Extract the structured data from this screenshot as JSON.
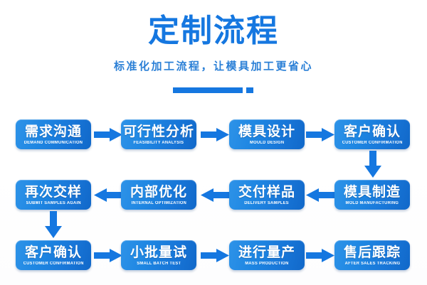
{
  "header": {
    "title": "定制流程",
    "subtitle": "标准化加工流程，让模具加工更省心",
    "divider": "divider-bar"
  },
  "colors": {
    "brand_blue": "#1577e0",
    "node_blue_light": "#2e93e8",
    "node_blue_dark": "#1168c9",
    "subtitle_blue": "#2a7fd6",
    "background": "#ffffff"
  },
  "flow": {
    "rows": [
      {
        "direction": "left-to-right",
        "nodes": [
          {
            "cn": "需求沟通",
            "en": "DEMAND COMMUNICATION"
          },
          {
            "cn": "可行性分析",
            "en": "FEASIBILITY ANALYSIS"
          },
          {
            "cn": "模具设计",
            "en": "MOULD DESIGN"
          },
          {
            "cn": "客户确认",
            "en": "CUSTOMER CONFIRMATION"
          }
        ],
        "connectors": [
          "arrow-right",
          "arrow-right",
          "arrow-right"
        ]
      },
      {
        "direction": "right-to-left",
        "nodes": [
          {
            "cn": "再次交样",
            "en": "SUBMIT SAMPLES AGAIN"
          },
          {
            "cn": "内部优化",
            "en": "INTERNAL OPTIMIZATION"
          },
          {
            "cn": "交付样品",
            "en": "DELIVERY SAMPLES"
          },
          {
            "cn": "模具制造",
            "en": "MOLD MANUFACTURING"
          }
        ],
        "connectors": [
          "arrow-left",
          "arrow-left",
          "arrow-left"
        ]
      },
      {
        "direction": "left-to-right",
        "nodes": [
          {
            "cn": "客户确认",
            "en": "CUSTOMER CONFIRMATION"
          },
          {
            "cn": "小批量试",
            "en": "SMALL BATCH TEST"
          },
          {
            "cn": "进行量产",
            "en": "MASS PRODUCTION"
          },
          {
            "cn": "售后跟踪",
            "en": "AFTER SALES TRACKING"
          }
        ],
        "connectors": [
          "arrow-right",
          "arrow-right",
          "arrow-right"
        ]
      }
    ],
    "vertical_connectors": [
      {
        "name": "arrow-down-right",
        "from_row": 1,
        "to_row": 2
      },
      {
        "name": "arrow-down-left",
        "from_row": 2,
        "to_row": 3
      }
    ]
  }
}
